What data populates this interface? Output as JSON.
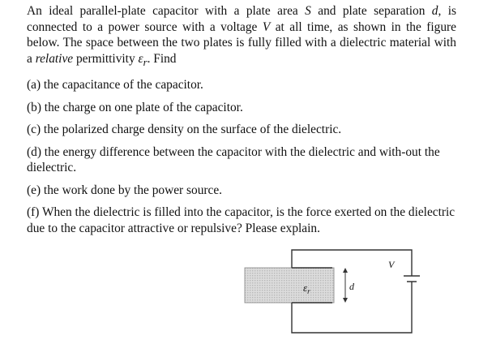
{
  "problem": {
    "intro": {
      "p1": "An ideal parallel-plate capacitor with a plate area ",
      "area_symbol": "S",
      "p2": " and plate separation ",
      "separation_symbol": "d",
      "p3": ", is connected to a power source with a voltage ",
      "voltage_symbol": "V",
      "p4": " at all time, as shown in the figure below.  The space between the two plates is fully filled with a dielectric material with a ",
      "relative_word": "relative",
      "p5": " permittivity ",
      "permittivity_symbol": "ε",
      "permittivity_subscript": "r",
      "p6": ". Find"
    },
    "parts": [
      {
        "text": "(a) the capacitance of the capacitor."
      },
      {
        "text": "(b) the charge on one plate of the capacitor."
      },
      {
        "text": "(c) the polarized charge density on the surface of the dielectric."
      },
      {
        "text": "(d) the energy difference between the capacitor with the dielectric and with-out the dielectric."
      },
      {
        "text": "(e) the work done by the power source."
      },
      {
        "text": "(f) When the dielectric is filled into the capacitor, is the force exerted on the dielectric due to the capacitor attractive or repulsive? Please explain."
      }
    ]
  },
  "figure": {
    "dielectric_label": "ε",
    "dielectric_label_subscript": "r",
    "separation_label": "d",
    "voltage_label": "V",
    "colors": {
      "wire": "#333333",
      "dielectric_fill": "#d4d4d4",
      "dielectric_border": "#9a9a9a"
    }
  }
}
